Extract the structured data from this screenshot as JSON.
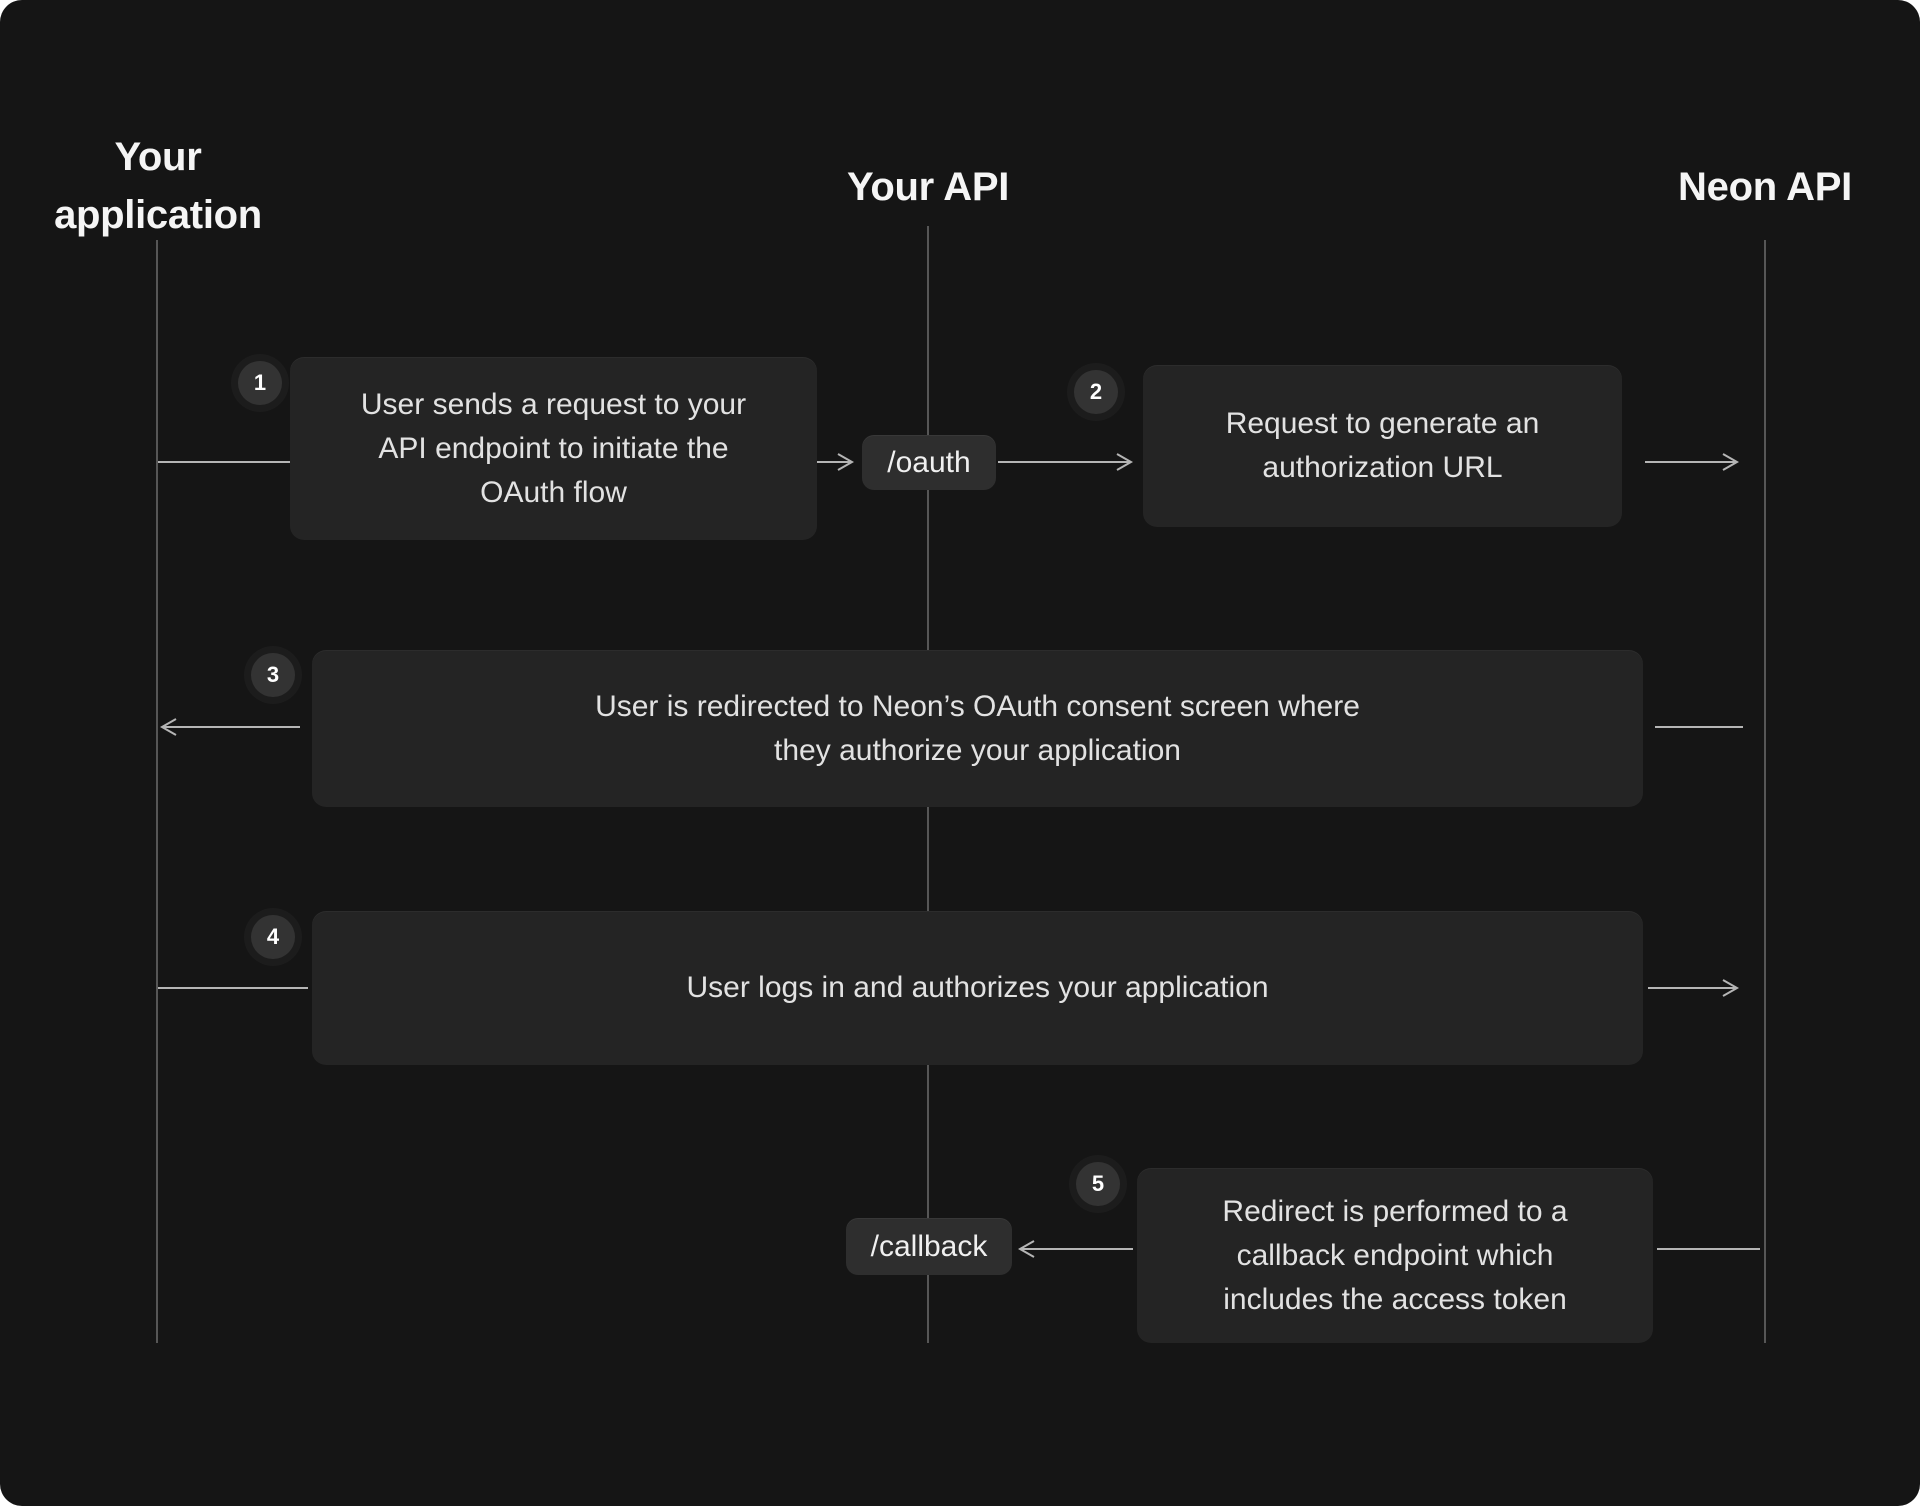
{
  "title": "Neon OAuth flow sequence diagram",
  "colors": {
    "page_bg": "#151515",
    "box_bg": "#242424",
    "chip_bg": "#2e2e2e",
    "badge_bg": "#333333",
    "header_text": "#f5f5f5",
    "body_text": "#e2e2e2",
    "lifeline": "#8a8a8a",
    "arrow": "#b5b5b5"
  },
  "actors": [
    {
      "id": "your-application",
      "label": "Your application"
    },
    {
      "id": "your-api",
      "label": "Your API"
    },
    {
      "id": "neon-api",
      "label": "Neon API"
    }
  ],
  "endpoints": [
    {
      "label": "/oauth"
    },
    {
      "label": "/callback"
    }
  ],
  "steps": [
    {
      "number": "1",
      "from": "Your application",
      "to": "Your API",
      "text": "User sends a request to your API endpoint to initiate the OAuth flow",
      "lines": [
        "User sends a request to your",
        "API endpoint to initiate the",
        "OAuth flow"
      ]
    },
    {
      "number": "2",
      "from": "Your API",
      "to": "Neon API",
      "text": "Request to generate an authorization URL",
      "lines": [
        "Request to generate an",
        "authorization URL"
      ]
    },
    {
      "number": "3",
      "from": "Neon API",
      "to": "Your application",
      "text": "User is redirected to Neon’s OAuth consent screen where they authorize your application",
      "lines": [
        "User is redirected to Neon’s OAuth consent screen where",
        "they authorize your application"
      ]
    },
    {
      "number": "4",
      "from": "Your application",
      "to": "Neon API",
      "text": "User logs in and authorizes your application",
      "lines": [
        "User logs in and authorizes your application"
      ]
    },
    {
      "number": "5",
      "from": "Neon API",
      "to": "Your API",
      "text": "Redirect is performed to a callback endpoint which includes the access token",
      "lines": [
        "Redirect is performed to a",
        "callback endpoint which",
        "includes the access token"
      ]
    }
  ]
}
